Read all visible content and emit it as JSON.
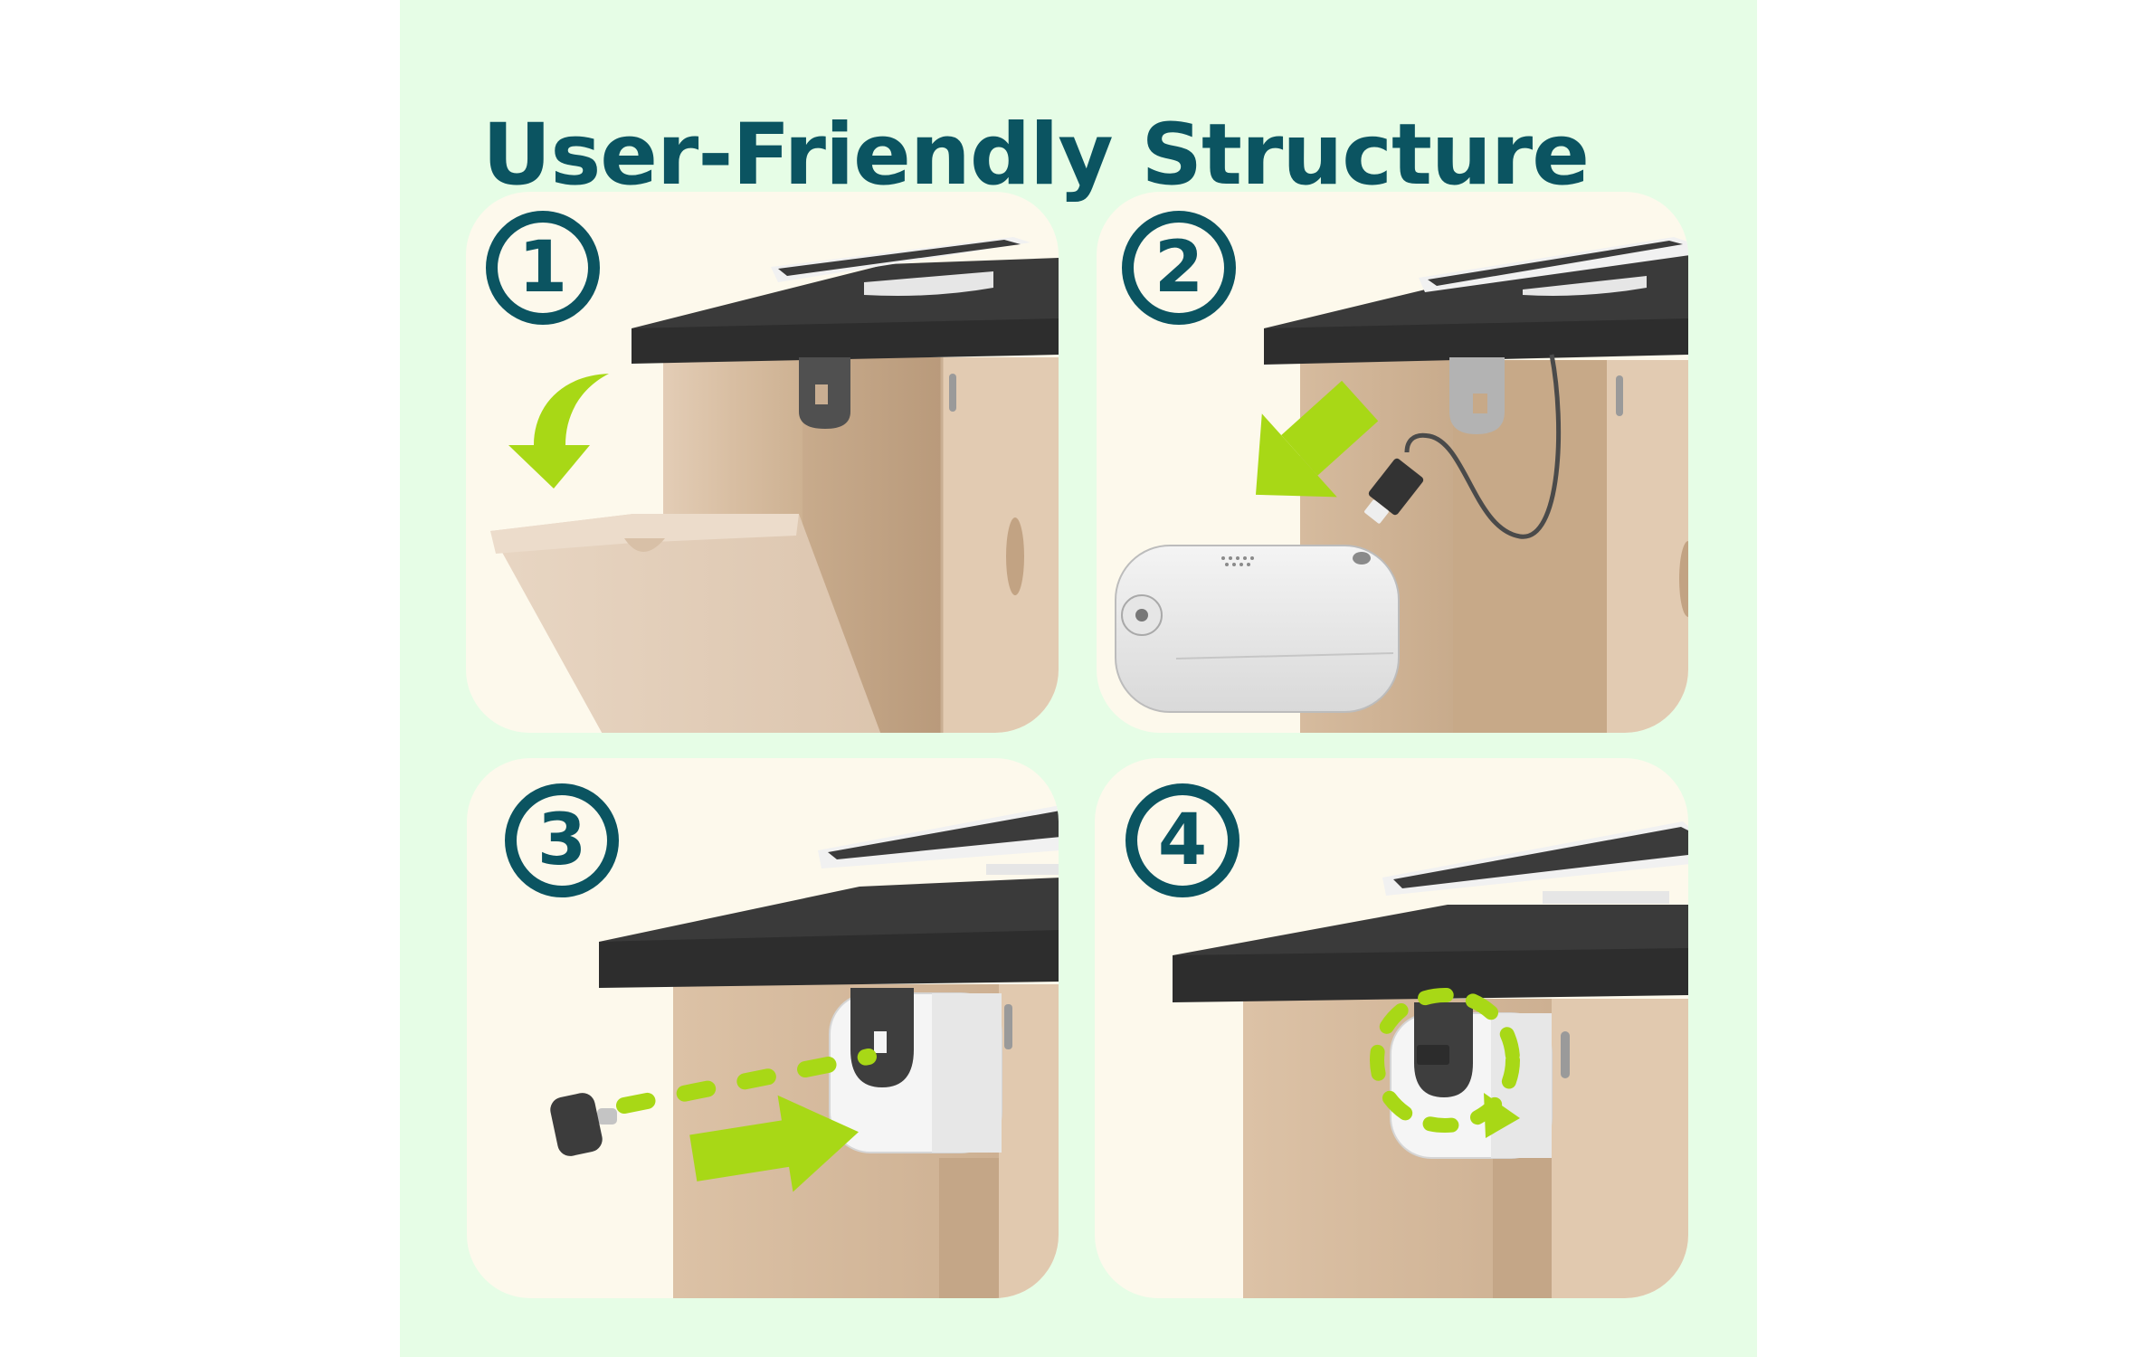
{
  "title": "User-Friendly Structure",
  "colors": {
    "page_background": "#ffffff",
    "panel_background": "#e6fde6",
    "card_background": "#fdf9ec",
    "accent_teal": "#0b5461",
    "arrow_green": "#a8d816",
    "roof_dark": "#2f2f2f",
    "wood_light": "#e4cfb9",
    "wood_mid": "#d6bc9f",
    "camera_white": "#eeeeee"
  },
  "steps": [
    {
      "number": "1",
      "action": "open-door",
      "icon": "curved-down-arrow-icon"
    },
    {
      "number": "2",
      "action": "connect-camera-cable",
      "icon": "diagonal-down-left-arrow-icon"
    },
    {
      "number": "3",
      "action": "mount-camera-with-screw",
      "icon": "right-arrow-icon"
    },
    {
      "number": "4",
      "action": "rotate-to-lock",
      "icon": "rotate-arrow-icon"
    }
  ]
}
